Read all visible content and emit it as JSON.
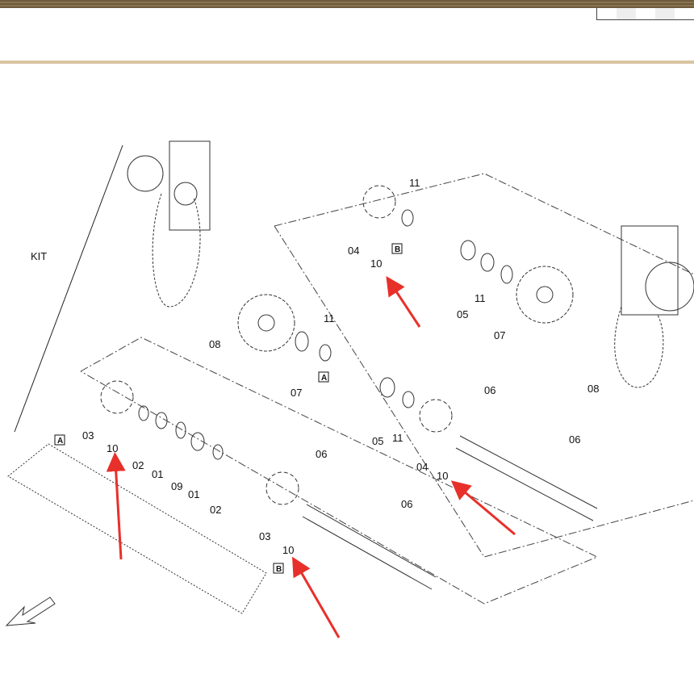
{
  "header": {
    "tabs": [
      "",
      "",
      "",
      "",
      ""
    ]
  },
  "diagram": {
    "kit_label": "KIT",
    "callouts": [
      {
        "id": "08a",
        "text": "08"
      },
      {
        "id": "11a",
        "text": "11"
      },
      {
        "id": "07a",
        "text": "07"
      },
      {
        "id": "04a",
        "text": "04"
      },
      {
        "id": "10a",
        "text": "10"
      },
      {
        "id": "11b",
        "text": "11"
      },
      {
        "id": "05a",
        "text": "05"
      },
      {
        "id": "11c",
        "text": "11"
      },
      {
        "id": "07b",
        "text": "07"
      },
      {
        "id": "08b",
        "text": "08"
      },
      {
        "id": "03a",
        "text": "03"
      },
      {
        "id": "10b",
        "text": "10"
      },
      {
        "id": "02a",
        "text": "02"
      },
      {
        "id": "01a",
        "text": "01"
      },
      {
        "id": "09",
        "text": "09"
      },
      {
        "id": "01b",
        "text": "01"
      },
      {
        "id": "02b",
        "text": "02"
      },
      {
        "id": "05b",
        "text": "05"
      },
      {
        "id": "11d",
        "text": "11"
      },
      {
        "id": "04b",
        "text": "04"
      },
      {
        "id": "10c",
        "text": "10"
      },
      {
        "id": "06a",
        "text": "06"
      },
      {
        "id": "06b",
        "text": "06"
      },
      {
        "id": "06c",
        "text": "06"
      },
      {
        "id": "06d",
        "text": "06"
      },
      {
        "id": "03b",
        "text": "03"
      },
      {
        "id": "10d",
        "text": "10"
      }
    ],
    "ref_boxes": [
      "A",
      "B",
      "A",
      "B"
    ],
    "arrow_color": "#e8302a"
  }
}
